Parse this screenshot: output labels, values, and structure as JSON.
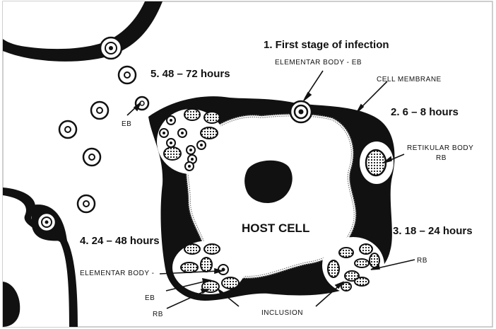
{
  "stages": {
    "s1": "1. First stage of infection",
    "s2": "2.  6 – 8  hours",
    "s3": "3. 18 – 24  hours",
    "s4": "4.  24 – 48 hours",
    "s5": "5. 48 – 72 hours"
  },
  "labels": {
    "elementar_body_eb": "ELEMENTAR BODY - EB",
    "cell_membrane": "CELL MEMBRANE",
    "retikular_body": "RETIKULAR  BODY",
    "rb_under": "RB",
    "host_cell": "HOST CELL",
    "eb_top": "EB",
    "rb_right": "RB",
    "elementar_body_left": "ELEMENTAR BODY -",
    "eb_left": "EB",
    "rb_left": "RB",
    "inclusion": "INCLUSION"
  },
  "colors": {
    "ink": "#111111",
    "paper": "#ffffff",
    "frame": "#bdbdbd"
  }
}
